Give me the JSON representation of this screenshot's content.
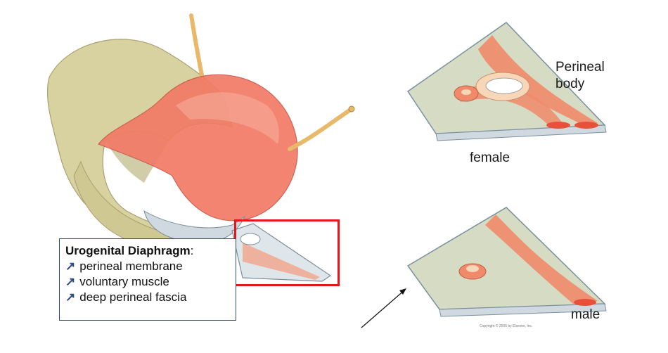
{
  "callout": {
    "title": "Urogenital Diaphragm",
    "title_suffix": ":",
    "bullet_symbol": "↗",
    "items": [
      "perineal membrane",
      "voluntary muscle",
      "deep perineal fascia"
    ]
  },
  "labels": {
    "perineal_body": [
      "Perineal",
      "body"
    ],
    "female": "female",
    "male": "male",
    "copyright": "Copyright © 2005 by Elsevier, Inc."
  },
  "colors": {
    "bone": "#d8d2a0",
    "muscle": "#f08a6a",
    "bladder": "#f27a66",
    "membrane": "#cfd9df",
    "membrane_edge": "#7a8fa0",
    "highlight": "#e8141b",
    "callout_border": "#2f4a80",
    "ureter": "#e8b96a"
  }
}
